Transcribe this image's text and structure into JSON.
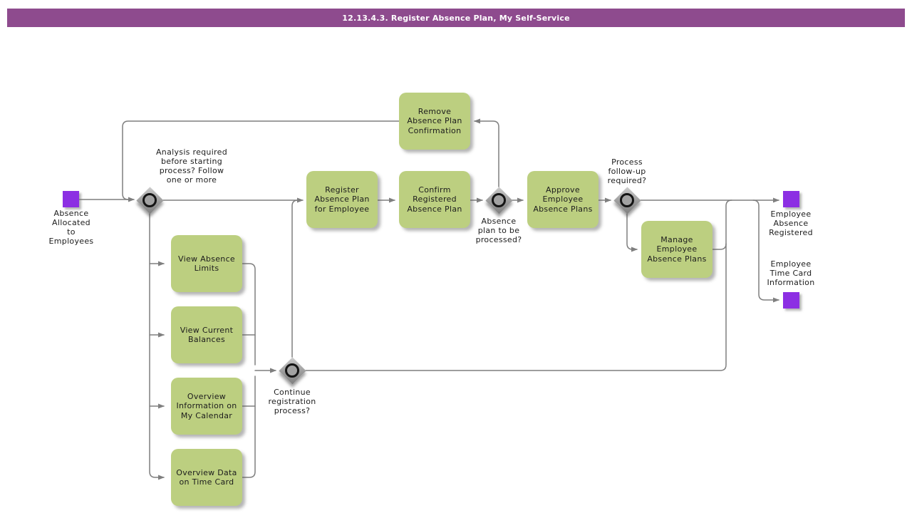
{
  "title": "12.13.4.3. Register Absence Plan, My Self-Service",
  "colors": {
    "title_bar": "#8e4b8e",
    "task_fill": "#bccf80",
    "event_fill": "#8c2fe3",
    "connector": "#7f7f7f"
  },
  "events": {
    "start": {
      "label": "Absence\nAllocated\nto\nEmployees"
    },
    "end_registered": {
      "label": "Employee\nAbsence\nRegistered"
    },
    "end_timecard": {
      "label": "Employee\nTime Card\nInformation"
    }
  },
  "gateways": {
    "analysis": {
      "label": "Analysis required\nbefore starting\nprocess? Follow\none or more"
    },
    "continue": {
      "label": "Continue\nregistration\nprocess?"
    },
    "processed": {
      "label": "Absence\nplan to be\nprocessed?"
    },
    "followup": {
      "label": "Process\nfollow-up\nrequired?"
    }
  },
  "tasks": {
    "view_absence_limits": {
      "label": "View Absence\nLimits"
    },
    "view_current_balances": {
      "label": "View Current\nBalances"
    },
    "overview_calendar": {
      "label": "Overview\nInformation on\nMy Calendar"
    },
    "overview_timecard": {
      "label": "Overview Data\non Time Card"
    },
    "register_plan": {
      "label": "Register\nAbsence Plan\nfor Employee"
    },
    "confirm_plan": {
      "label": "Confirm\nRegistered\nAbsence Plan"
    },
    "remove_confirmation": {
      "label": "Remove\nAbsence Plan\nConfirmation"
    },
    "approve_plans": {
      "label": "Approve\nEmployee\nAbsence Plans"
    },
    "manage_plans": {
      "label": "Manage\nEmployee\nAbsence Plans"
    }
  }
}
